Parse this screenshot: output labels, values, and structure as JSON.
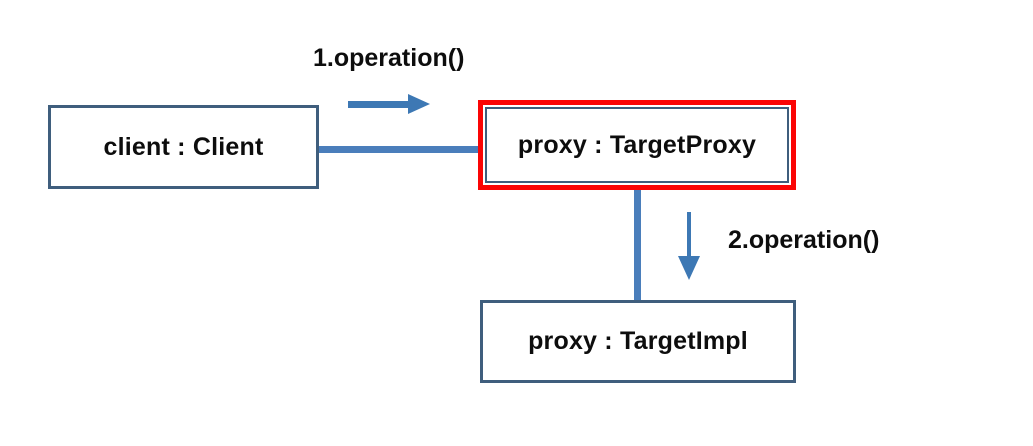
{
  "diagram": {
    "type": "uml-object-collaboration-diagram",
    "title": "Proxy pattern collaboration diagram",
    "colors": {
      "box_border": "#3f5e7d",
      "highlight_border": "#fb0505",
      "link_line": "#4a7ebb",
      "arrow": "#3d78b4",
      "text": "#0d0d0d",
      "background": "#ffffff"
    },
    "nodes": [
      {
        "id": "client",
        "label": "client : Client",
        "highlighted": false
      },
      {
        "id": "proxy",
        "label": "proxy : TargetProxy",
        "highlighted": true
      },
      {
        "id": "impl",
        "label": "proxy : TargetImpl",
        "highlighted": false
      }
    ],
    "links": [
      {
        "id": "client-proxy",
        "from": "client",
        "to": "proxy",
        "orientation": "horizontal"
      },
      {
        "id": "proxy-impl",
        "from": "proxy",
        "to": "impl",
        "orientation": "vertical"
      }
    ],
    "messages": [
      {
        "id": "msg1",
        "sequence": "1",
        "label": "1.operation()",
        "direction": "right",
        "from": "client",
        "to": "proxy"
      },
      {
        "id": "msg2",
        "sequence": "2",
        "label": "2.operation()",
        "direction": "down",
        "from": "proxy",
        "to": "impl"
      }
    ]
  }
}
